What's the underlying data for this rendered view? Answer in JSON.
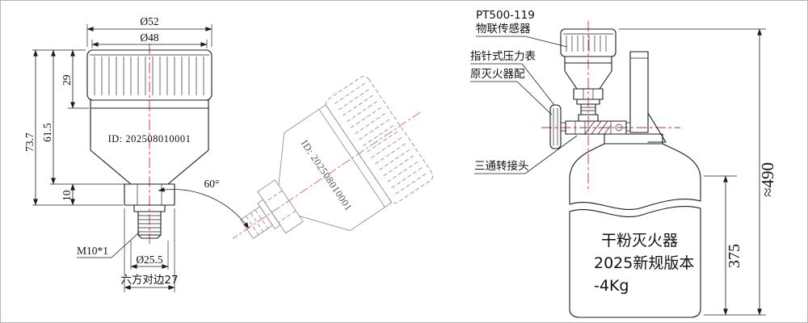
{
  "colors": {
    "line": "#1c1c1c",
    "centerline": "#c9302c",
    "sketch": "#8c8c8c",
    "background": "#ffffff"
  },
  "front_view": {
    "dim_cap_outer": "Ø52",
    "dim_cap_inner": "Ø48",
    "dim_cap_height": "29",
    "dim_upper_height": "61.5",
    "dim_total_height": "73.7",
    "dim_hex_height": "10",
    "id_label": "ID: 202508010001",
    "thread_spec": "M10*1",
    "dim_boss_diameter": "Ø25.5",
    "dim_hex_flats": "六方对边27",
    "tilt_angle": "60°"
  },
  "tilted_view": {
    "id_label": "ID: 202508010001"
  },
  "assembly": {
    "callout_sensor_model": "PT500-119",
    "callout_sensor_name": "物联传感器",
    "callout_pressure_gauge": "指针式压力表",
    "callout_gauge_note": "原灭火器配",
    "callout_tee_adapter": "三通转接头",
    "tank_label_line1": "干粉灭火器",
    "tank_label_line2": "2025新规版本",
    "tank_label_line3": "-4Kg",
    "dim_overall_height": "≈490",
    "dim_tank_height": "375"
  }
}
